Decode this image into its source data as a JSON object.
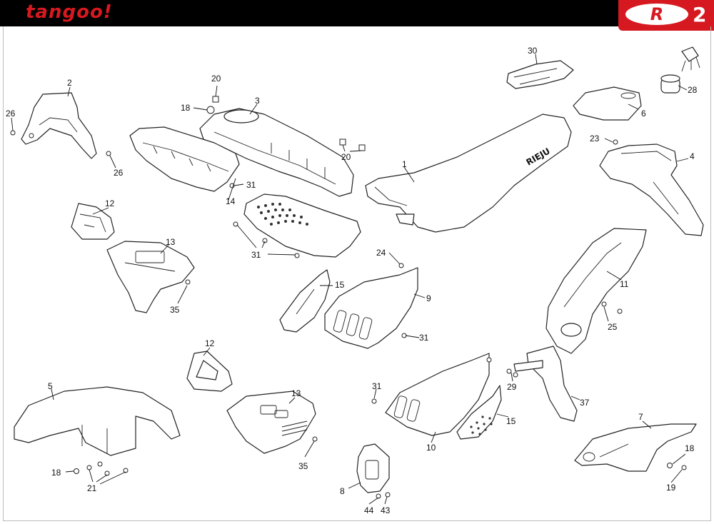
{
  "header": {
    "brand_text": "tangoo!",
    "logo_letter": "R",
    "page_number": "2",
    "brand_color": "#d61920"
  },
  "seat_lettering": "RIEJU",
  "callouts": [
    {
      "id": "c1",
      "label": "1"
    },
    {
      "id": "c2",
      "label": "2"
    },
    {
      "id": "c3",
      "label": "3"
    },
    {
      "id": "c4",
      "label": "4"
    },
    {
      "id": "c5",
      "label": "5"
    },
    {
      "id": "c6",
      "label": "6"
    },
    {
      "id": "c7",
      "label": "7"
    },
    {
      "id": "c8",
      "label": "8"
    },
    {
      "id": "c9",
      "label": "9"
    },
    {
      "id": "c10",
      "label": "10"
    },
    {
      "id": "c11",
      "label": "11"
    },
    {
      "id": "c12a",
      "label": "12"
    },
    {
      "id": "c12b",
      "label": "12"
    },
    {
      "id": "c13a",
      "label": "13"
    },
    {
      "id": "c13b",
      "label": "13"
    },
    {
      "id": "c14",
      "label": "14"
    },
    {
      "id": "c15a",
      "label": "15"
    },
    {
      "id": "c15b",
      "label": "15"
    },
    {
      "id": "c18a",
      "label": "18"
    },
    {
      "id": "c18b",
      "label": "18"
    },
    {
      "id": "c18c",
      "label": "18"
    },
    {
      "id": "c19",
      "label": "19"
    },
    {
      "id": "c20a",
      "label": "20"
    },
    {
      "id": "c20b",
      "label": "20"
    },
    {
      "id": "c21",
      "label": "21"
    },
    {
      "id": "c23",
      "label": "23"
    },
    {
      "id": "c24",
      "label": "24"
    },
    {
      "id": "c25",
      "label": "25"
    },
    {
      "id": "c26a",
      "label": "26"
    },
    {
      "id": "c26b",
      "label": "26"
    },
    {
      "id": "c28",
      "label": "28"
    },
    {
      "id": "c29",
      "label": "29"
    },
    {
      "id": "c30",
      "label": "30"
    },
    {
      "id": "c31a",
      "label": "31"
    },
    {
      "id": "c31b",
      "label": "31"
    },
    {
      "id": "c31c",
      "label": "31"
    },
    {
      "id": "c31d",
      "label": "31"
    },
    {
      "id": "c35a",
      "label": "35"
    },
    {
      "id": "c35b",
      "label": "35"
    },
    {
      "id": "c37",
      "label": "37"
    },
    {
      "id": "c43",
      "label": "43"
    },
    {
      "id": "c44",
      "label": "44"
    }
  ]
}
